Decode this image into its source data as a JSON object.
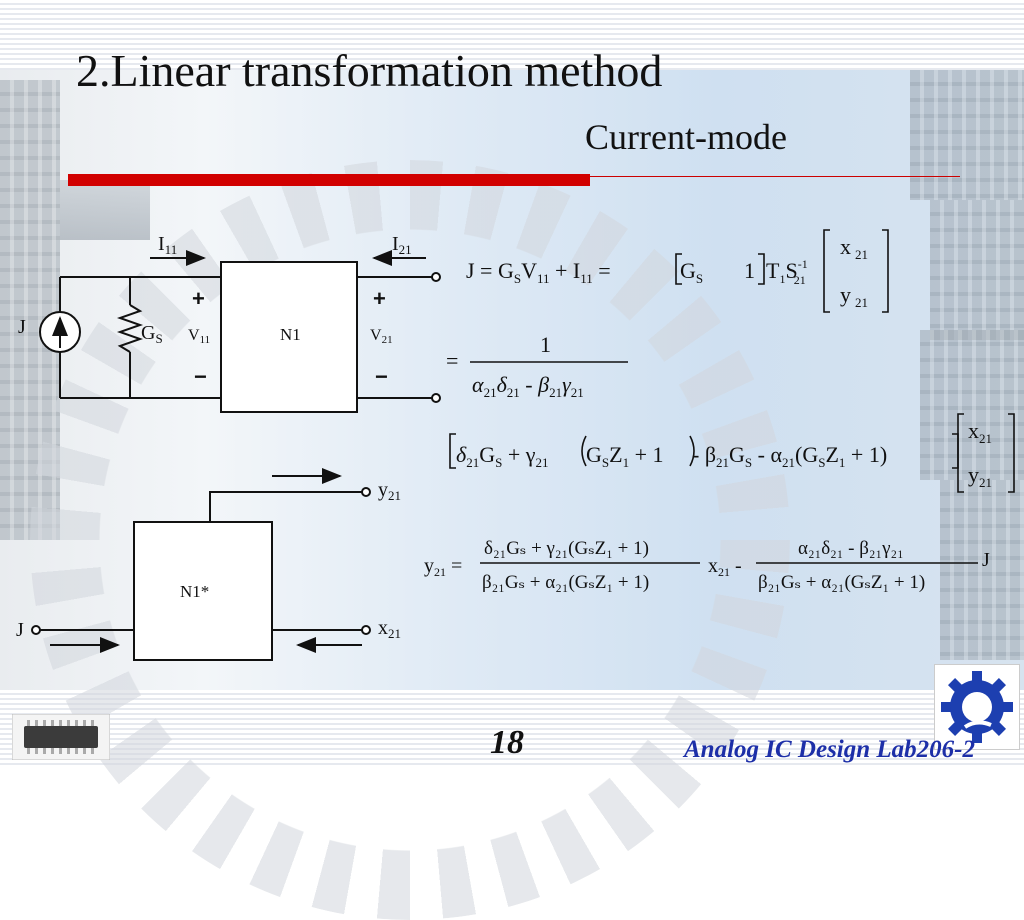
{
  "slide": {
    "title": "2.Linear transformation method",
    "subtitle": "Current-mode",
    "page_number": "18",
    "footer": "Analog IC Design Lab206-2"
  },
  "circuit_top": {
    "current_in": "I",
    "current_in_sub": "11",
    "current_out": "I",
    "current_out_sub": "21",
    "source_label": "J",
    "conductance": "G",
    "conductance_sub": "S",
    "v_in": "V",
    "v_in_sub": "11",
    "v_out": "V",
    "v_out_sub": "21",
    "network": "N1",
    "plus": "+",
    "minus": "−"
  },
  "circuit_bottom": {
    "network": "N1*",
    "output": "y",
    "output_sub": "21",
    "input": "x",
    "input_sub": "21",
    "source": "J"
  },
  "equations": {
    "eq1_lhs": "J = G",
    "eq1_mid": "V",
    "eq1_mid2": " + I",
    "eq1_eq": " = ",
    "eq1_row_g": "G",
    "eq1_row_one": "1",
    "eq1_t": "T",
    "eq1_s": "S",
    "eq1_vec_x": "x",
    "eq1_vec_y": "y",
    "sub_s": "S",
    "sub_11": "11",
    "sub_21": "21",
    "sub_1": "1",
    "sup_inv": "-1",
    "eq2_eq": "=",
    "eq2_num": "1",
    "eq2_den_a": "α",
    "eq2_den_d": "δ",
    "eq2_den_minus": " - ",
    "eq2_den_b": "β",
    "eq2_den_g": "γ",
    "eq3_text_1": "δ",
    "eq3_text_2": "G",
    "eq3_text_3": " + γ",
    "eq3_text_4": "G",
    "eq3_text_5": "Z",
    "eq3_text_6": " + 1",
    "eq3_text_7": " - β",
    "eq3_text_8": "G",
    "eq3_text_9": " - α",
    "eq3_text_10": "(G",
    "eq3_text_11": "Z",
    "eq3_text_12": " + 1)",
    "eq3_vec_x": "x",
    "eq3_vec_y": "y",
    "eq4_lhs": "y",
    "eq4_eq": " = ",
    "eq4_num1": "δ₂₁Gₛ + γ₂₁(GₛZ₁ + 1)",
    "eq4_den1": "β₂₁Gₛ + α₂₁(GₛZ₁ + 1)",
    "eq4_mid": "x",
    "eq4_minus": " - ",
    "eq4_num2": "α₂₁δ₂₁ - β₂₁γ₂₁",
    "eq4_den2": "β₂₁Gₛ + α₂₁(GₛZ₁ + 1)",
    "eq4_j": "J"
  }
}
